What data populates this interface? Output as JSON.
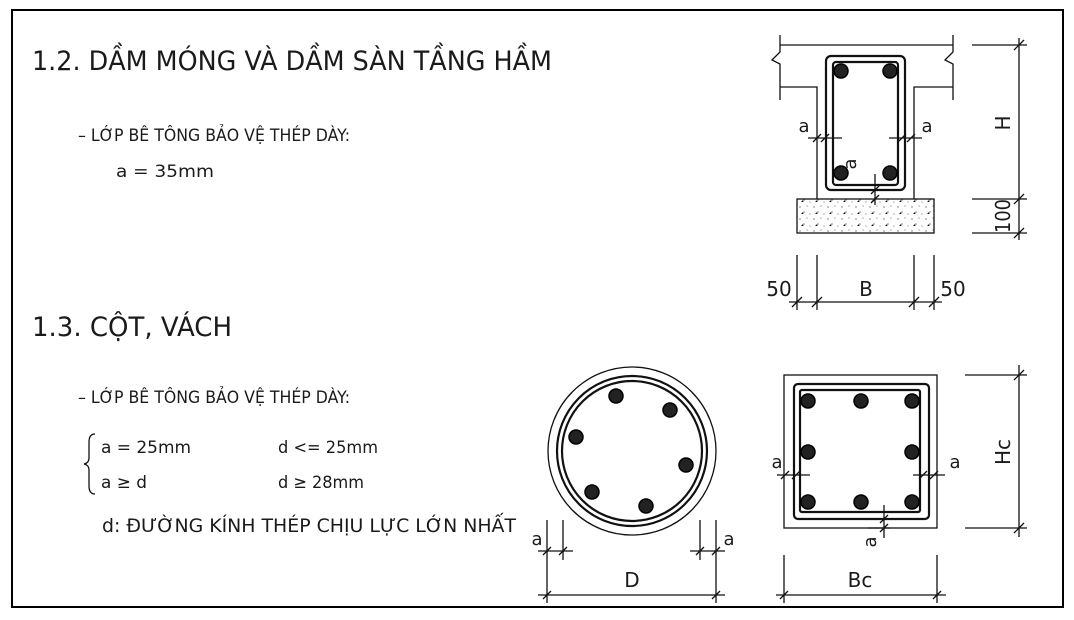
{
  "section_beam": {
    "title": "1.2. DẦM MÓNG VÀ DẦM SÀN TẦNG HẦM",
    "cover_label": "– LỚP BÊ TÔNG BẢO VỆ THÉP DÀY:",
    "cover_value": "a = 35mm"
  },
  "section_column": {
    "title": "1.3. CỘT, VÁCH",
    "cover_label": "– LỚP BÊ TÔNG BẢO VỆ THÉP DÀY:",
    "rule1_a": "a = 25mm",
    "rule1_d": "d <= 25mm",
    "rule2_a": "a ≥ d",
    "rule2_d": "d ≥ 28mm",
    "note": "d:  ĐƯỜNG KÍNH THÉP CHỊU LỰC LỚN NHẤT"
  },
  "beam_diagram": {
    "dim_height": "H",
    "dim_lean": "100",
    "dim_width": "B",
    "dim_left_offset": "50",
    "dim_right_offset": "50",
    "cover_left": "a",
    "cover_right": "a",
    "cover_bottom": "a"
  },
  "round_column_diagram": {
    "dim_diameter": "D",
    "cover_left": "a",
    "cover_right": "a"
  },
  "rect_column_diagram": {
    "dim_height": "Hc",
    "dim_width": "Bc",
    "cover_left": "a",
    "cover_right": "a",
    "cover_bottom": "a"
  }
}
